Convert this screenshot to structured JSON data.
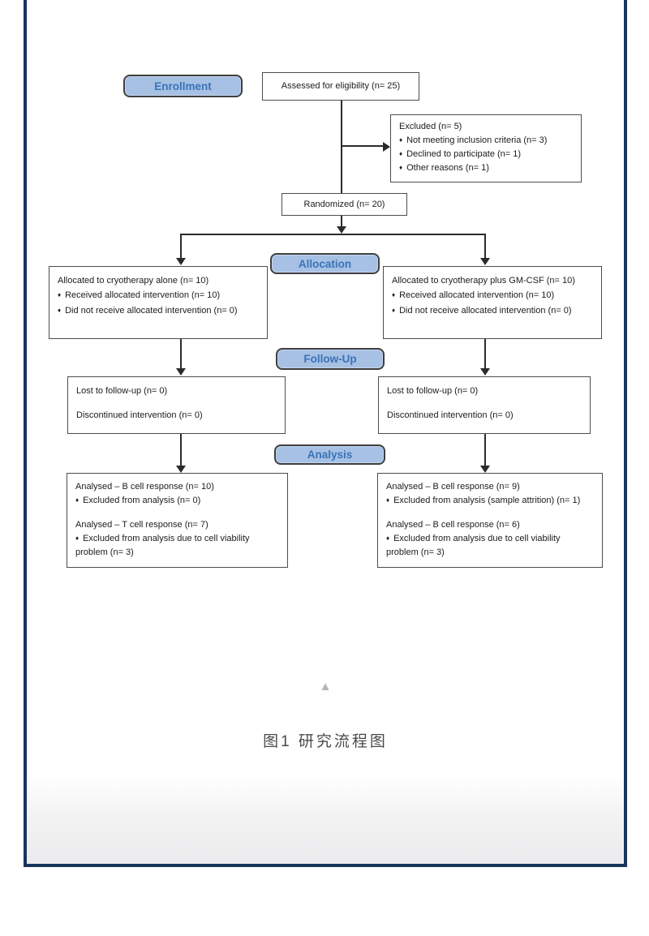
{
  "stage_labels": {
    "enrollment": "Enrollment",
    "allocation": "Allocation",
    "followup": "Follow-Up",
    "analysis": "Analysis"
  },
  "boxes": {
    "assessed": {
      "text": "Assessed for eligibility (n= 25)"
    },
    "excluded": {
      "title": "Excluded (n= 5)",
      "bullets": [
        "Not meeting inclusion criteria (n= 3)",
        "Declined to participate (n= 1)",
        "Other reasons (n= 1)"
      ]
    },
    "randomized": {
      "text": "Randomized (n= 20)"
    },
    "alloc_left": {
      "title": "Allocated to cryotherapy alone (n= 10)",
      "bullets": [
        "Received allocated intervention (n= 10)",
        "Did not receive allocated intervention (n= 0)"
      ]
    },
    "alloc_right": {
      "title": "Allocated to cryotherapy plus GM-CSF (n= 10)",
      "bullets": [
        "Received allocated intervention (n= 10)",
        "Did not receive allocated intervention (n= 0)"
      ]
    },
    "fu_left": {
      "line1": "Lost to follow-up (n= 0)",
      "line2": "Discontinued intervention (n= 0)"
    },
    "fu_right": {
      "line1": "Lost to follow-up (n= 0)",
      "line2": "Discontinued intervention (n= 0)"
    },
    "an_left": {
      "group1_title": "Analysed – B cell response (n= 10)",
      "group1_bullet": "Excluded from analysis (n= 0)",
      "group2_title": "Analysed – T cell response (n= 7)",
      "group2_bullet": "Excluded from analysis due to cell viability problem (n= 3)"
    },
    "an_right": {
      "group1_title": "Analysed – B cell response (n= 9)",
      "group1_bullet": "Excluded from analysis (sample attrition) (n= 1)",
      "group2_title": "Analysed – B cell response (n= 6)",
      "group2_bullet": "Excluded from analysis due to cell viability problem (n= 3)"
    }
  },
  "caption": "图1 研究流程图",
  "glyphs": {
    "bullet": "♦",
    "up_triangle": "▲"
  },
  "colors": {
    "frame_border": "#17365d",
    "stage_fill": "#a6c1e4",
    "stage_text": "#3b73b8",
    "box_border": "#4d4d4d",
    "connector": "#2b2b2b",
    "caption_text": "#4a4a4a"
  }
}
